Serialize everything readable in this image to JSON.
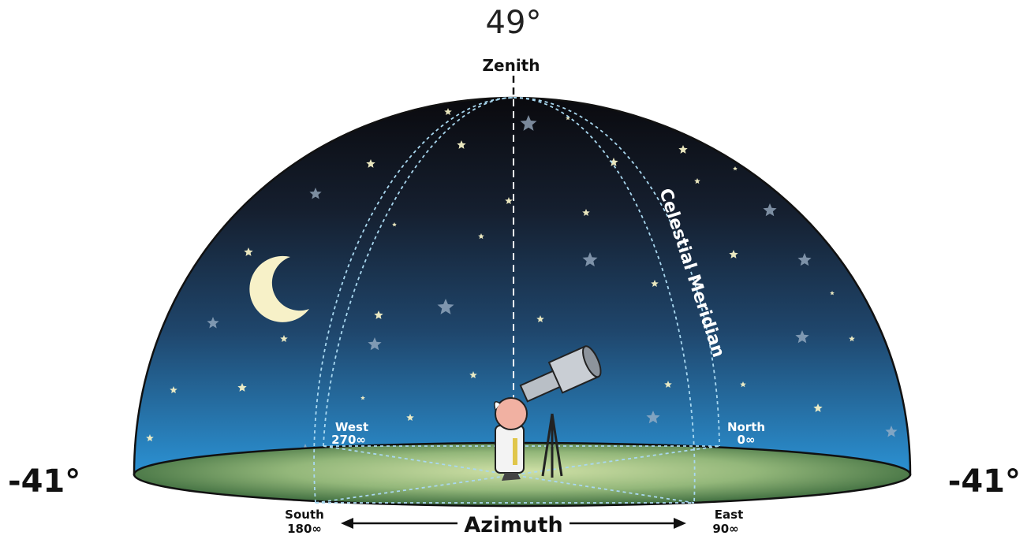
{
  "top_angle": "49°",
  "left_angle": "-41°",
  "right_angle": "-41°",
  "labels": {
    "zenith": "Zenith",
    "celestial_meridian": "Celestial Meridian",
    "west_name": "West",
    "west_degrees": "270∞",
    "north_name": "North",
    "north_degrees": "0∞",
    "south_name": "South",
    "south_degrees": "180∞",
    "east_name": "East",
    "east_degrees": "90∞",
    "azimuth": "Azimuth"
  },
  "colors": {
    "sky_top": "#0b0b10",
    "sky_mid": "#1f3f63",
    "sky_horizon": "#2b8fd0",
    "ground_inner": "#c6d99a",
    "ground_outer": "#3c6e3c",
    "guide_lines": "#a9d8f0",
    "star": "#f6f1c6",
    "moon": "#f7f1c8"
  }
}
